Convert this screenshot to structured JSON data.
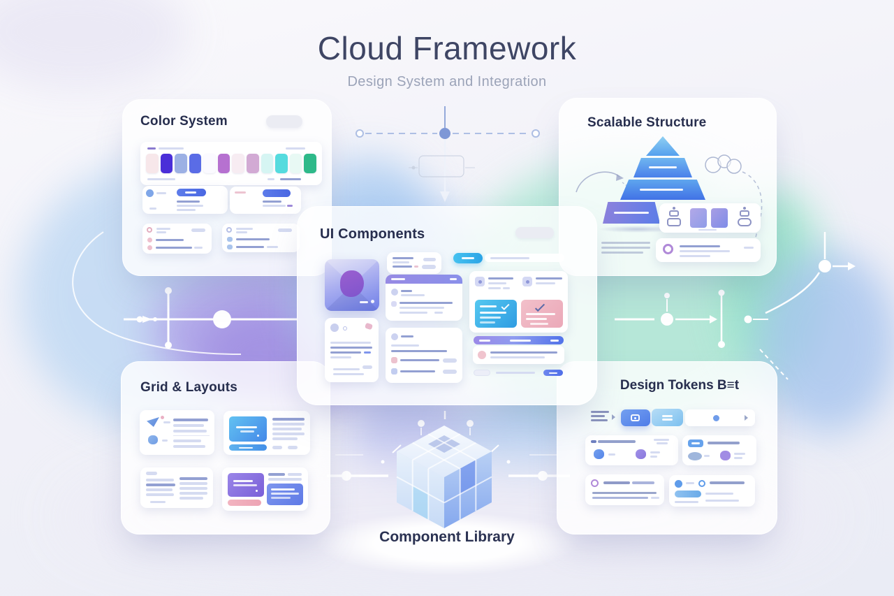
{
  "header": {
    "title": "Cloud Framework",
    "subtitle": "Design System and Integration"
  },
  "cards": {
    "color_system": {
      "title": "Color System",
      "palette": [
        "#f7e7ea",
        "#4a2ed8",
        "#9cb0e4",
        "#5a6ce6",
        "#fbfaff",
        "#b671d0",
        "#f7ecf2",
        "#d2aad4",
        "#d6f5f3",
        "#55dbde",
        "#e8f9f4",
        "#2eb989"
      ]
    },
    "ui_components": {
      "title": "UI Components"
    },
    "scalable_structure": {
      "title": "Scalable Structure"
    },
    "grid_layouts": {
      "title": "Grid & Layouts"
    },
    "design_tokens": {
      "title": "Design Tokens B≡t"
    },
    "component_library": {
      "title": "Component Library"
    }
  },
  "colors": {
    "accent_blue": "#4f6ee8",
    "accent_cyan": "#35b6ea",
    "accent_purple": "#8d55cc",
    "accent_pink": "#f0b8c4",
    "accent_teal": "#2eb989",
    "cloud_blue": "#aacdf0",
    "cloud_purple": "#b0a2e8",
    "cloud_teal": "#a8e6d1",
    "heading_text": "#3e4564",
    "subtitle_text": "#9ba3b8",
    "card_title_text": "#272e4e"
  }
}
